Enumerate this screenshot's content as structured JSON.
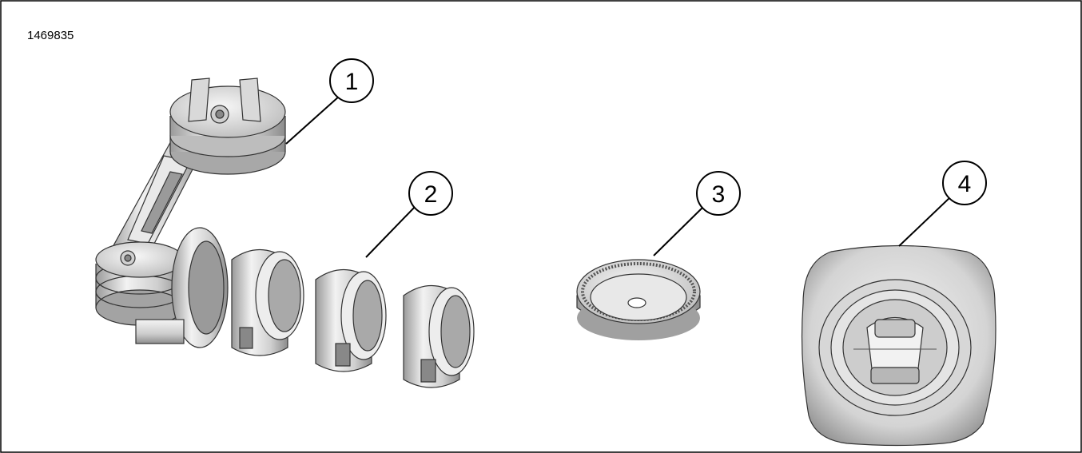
{
  "figure_number": "1469835",
  "callouts": [
    {
      "label": "1",
      "part": "mount-arm"
    },
    {
      "label": "2",
      "part": "spacer-rings"
    },
    {
      "label": "3",
      "part": "geared-adapter"
    },
    {
      "label": "4",
      "part": "adhesive-pad"
    }
  ],
  "colors": {
    "line": "#000000",
    "metal_light": "#eeeeee",
    "metal_mid": "#c8c8c8",
    "metal_dark": "#8a8a8a"
  }
}
